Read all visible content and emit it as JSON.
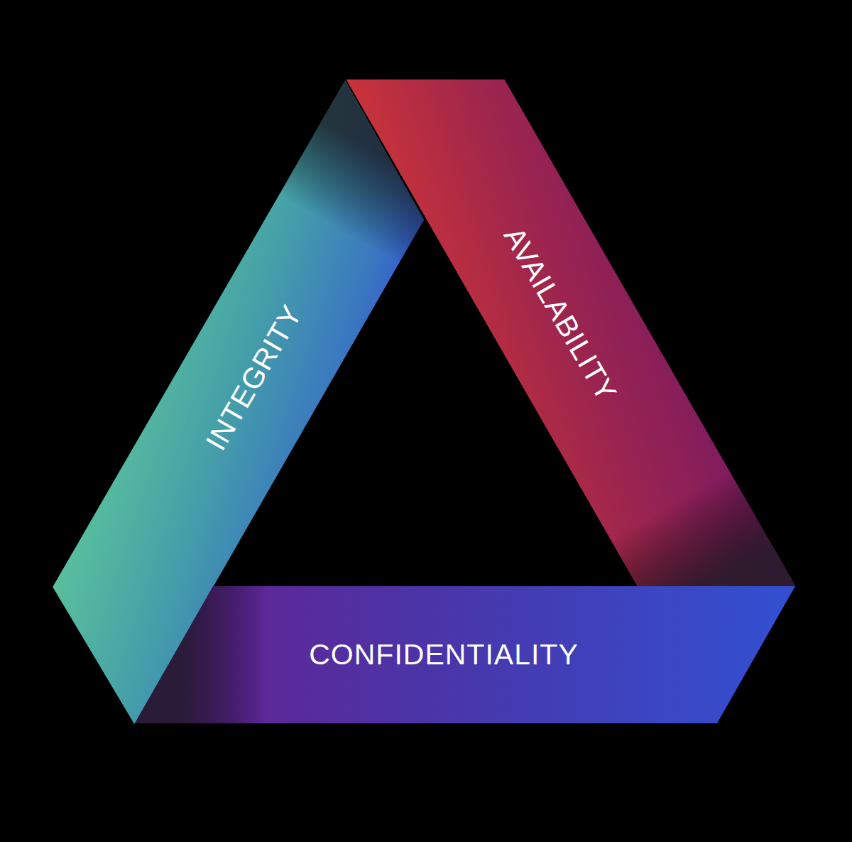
{
  "diagram": {
    "nodes": [
      {
        "text": [
          "INTEGRITY"
        ]
      },
      {
        "text": [
          "AVAILABILITY"
        ]
      },
      {
        "text": [
          "CONFIDENTIALITY"
        ]
      }
    ]
  }
}
